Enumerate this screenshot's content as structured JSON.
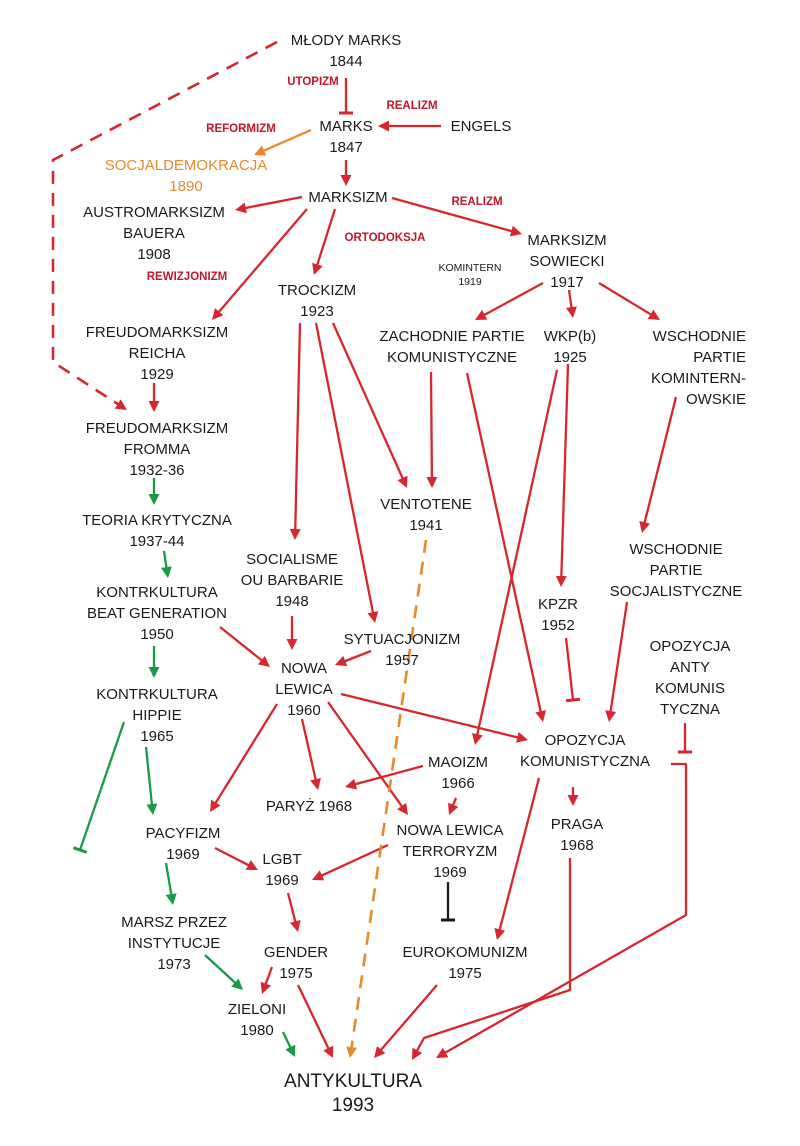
{
  "nodes": {
    "mlody_marks": [
      "MŁODY MARKS",
      "1844"
    ],
    "marks": [
      "MARKS",
      "1847"
    ],
    "engels": [
      "ENGELS"
    ],
    "socjaldemokracja": [
      "SOCJALDEMOKRACJA",
      "1890"
    ],
    "marksizm": [
      "MARKSIZM"
    ],
    "austromarksizm": [
      "AUSTROMARKSIZM",
      "BAUERA",
      "1908"
    ],
    "marksizm_sowiecki": [
      "MARKSIZM",
      "SOWIECKI",
      "1917"
    ],
    "trockizm": [
      "TROCKIZM",
      "1923"
    ],
    "freudomarksizm_reicha": [
      "FREUDOMARKSIZM",
      "REICHA",
      "1929"
    ],
    "zachodnie_partie": [
      "ZACHODNIE PARTIE",
      "KOMUNISTYCZNE"
    ],
    "wkpb": [
      "WKP(b)",
      "1925"
    ],
    "wschodnie_partie_kom": [
      "WSCHODNIE",
      "PARTIE",
      "KOMINTERN-",
      "OWSKIE"
    ],
    "freudomarksizm_fromma": [
      "FREUDOMARKSIZM",
      "FROMMA",
      "1932-36"
    ],
    "ventotene": [
      "VENTOTENE",
      "1941"
    ],
    "teoria_krytyczna": [
      "TEORIA KRYTYCZNA",
      "1937-44"
    ],
    "socialisme": [
      "SOCIALISME",
      "OU BARBARIE",
      "1948"
    ],
    "wschodnie_partie_soc": [
      "WSCHODNIE",
      "PARTIE",
      "SOCJALISTYCZNE"
    ],
    "kontrkultura_beat": [
      "KONTRKULTURA",
      "BEAT GENERATION",
      "1950"
    ],
    "kpzr": [
      "KPZR",
      "1952"
    ],
    "sytuacjonizm": [
      "SYTUACJONIZM",
      "1957"
    ],
    "opozycja_anty": [
      "OPOZYCJA",
      "ANTY",
      "KOMUNIS",
      "TYCZNA"
    ],
    "nowa_lewica": [
      "NOWA",
      "LEWICA",
      "1960"
    ],
    "kontrkultura_hippie": [
      "KONTRKULTURA",
      "HIPPIE",
      "1965"
    ],
    "opozycja_kom": [
      "OPOZYCJA",
      "KOMUNISTYCZNA"
    ],
    "maoizm": [
      "MAOIZM",
      "1966"
    ],
    "paryz": [
      "PARYŻ 1968"
    ],
    "praga": [
      "PRAGA",
      "1968"
    ],
    "pacyfizm": [
      "PACYFIZM",
      "1969"
    ],
    "nowa_lewica_terroryzm": [
      "NOWA LEWICA",
      "TERRORYZM",
      "1969"
    ],
    "lgbt": [
      "LGBT",
      "1969"
    ],
    "marsz": [
      "MARSZ PRZEZ",
      "INSTYTUCJE",
      "1973"
    ],
    "gender": [
      "GENDER",
      "1975"
    ],
    "eurokomunizm": [
      "EUROKOMUNIZM",
      "1975"
    ],
    "zieloni": [
      "ZIELONI",
      "1980"
    ],
    "antykultura": [
      "ANTYKULTURA",
      "1993"
    ]
  },
  "small_labels": {
    "komintern": [
      "KOMINTERN",
      "1919"
    ]
  },
  "edge_labels": {
    "utopizm": "UTOPIZM",
    "realizm_engels": "REALIZM",
    "reformizm": "REFORMIZM",
    "realizm_sowiecki": "REALIZM",
    "ortodoksja": "ORTODOKSJA",
    "rewizjonizm": "REWIZJONIZM"
  },
  "colors": {
    "red": "#d7262e",
    "green": "#1a9a46",
    "orange": "#e8892b",
    "black": "#1a1a1a",
    "edge_label": "#c0172a"
  }
}
